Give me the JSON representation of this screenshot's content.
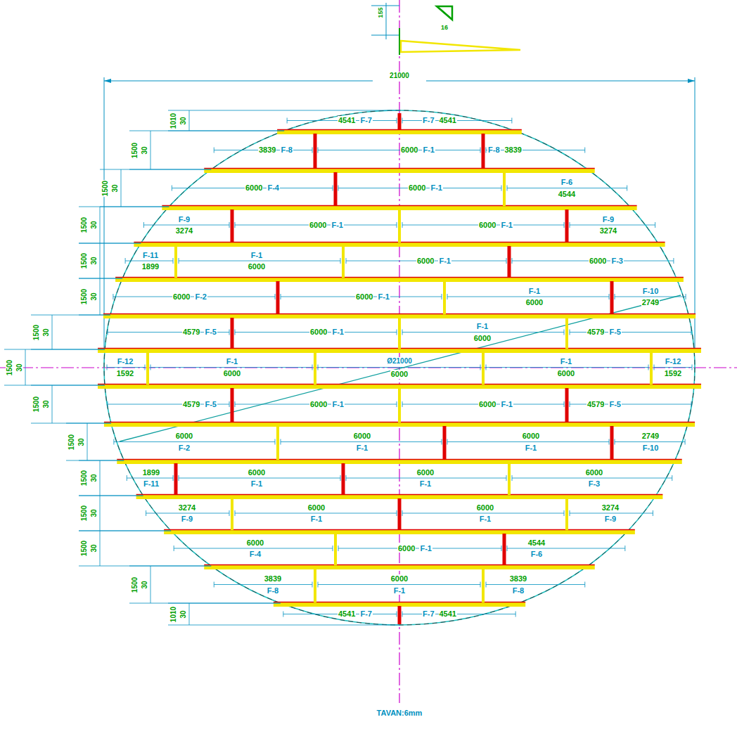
{
  "diagram": {
    "caption": "TAVAN:6mm",
    "nodes": [
      {
        "text": [
          "4541",
          "F-7"
        ]
      },
      {
        "text": [
          "F-7",
          "4541"
        ]
      },
      {
        "text": [
          "3839",
          "F-8"
        ]
      },
      {
        "text": [
          "6000",
          "F-1"
        ]
      },
      {
        "text": [
          "F-8",
          "3839"
        ]
      },
      {
        "text": [
          "6000",
          "F-4"
        ]
      },
      {
        "text": [
          "6000",
          "F-1"
        ]
      },
      {
        "text": [
          "F-6",
          "4544"
        ]
      },
      {
        "text": [
          "F-9",
          "3274"
        ]
      },
      {
        "text": [
          "6000",
          "F-1"
        ]
      },
      {
        "text": [
          "6000",
          "F-1"
        ]
      },
      {
        "text": [
          "F-9",
          "3274"
        ]
      },
      {
        "text": [
          "F-11",
          "1899"
        ]
      },
      {
        "text": [
          "F-1",
          "6000"
        ]
      },
      {
        "text": [
          "6000",
          "F-1"
        ]
      },
      {
        "text": [
          "6000",
          "F-3"
        ]
      },
      {
        "text": [
          "6000",
          "F-2"
        ]
      },
      {
        "text": [
          "6000",
          "F-1"
        ]
      },
      {
        "text": [
          "F-1",
          "6000"
        ]
      },
      {
        "text": [
          "F-10",
          "2749"
        ]
      },
      {
        "text": [
          "4579",
          "F-5"
        ]
      },
      {
        "text": [
          "6000",
          "F-1"
        ]
      },
      {
        "text": [
          "F-1",
          "6000"
        ]
      },
      {
        "text": [
          "4579",
          "F-5"
        ]
      },
      {
        "text": [
          "F-12",
          "1592"
        ]
      },
      {
        "text": [
          "F-1",
          "6000"
        ]
      },
      {
        "text": [
          "6000"
        ]
      },
      {
        "text": [
          "F-1",
          "6000"
        ]
      },
      {
        "text": [
          "F-12",
          "1592"
        ]
      },
      {
        "text": [
          "4579",
          "F-5"
        ]
      },
      {
        "text": [
          "6000",
          "F-1"
        ]
      },
      {
        "text": [
          "6000",
          "F-1"
        ]
      },
      {
        "text": [
          "4579",
          "F-5"
        ]
      },
      {
        "text": [
          "6000",
          "F-2"
        ]
      },
      {
        "text": [
          "6000",
          "F-1"
        ]
      },
      {
        "text": [
          "6000",
          "F-1"
        ]
      },
      {
        "text": [
          "2749",
          "F-10"
        ]
      },
      {
        "text": [
          "1899",
          "F-11"
        ]
      },
      {
        "text": [
          "6000",
          "F-1"
        ]
      },
      {
        "text": [
          "6000",
          "F-1"
        ]
      },
      {
        "text": [
          "6000",
          "F-3"
        ]
      },
      {
        "text": [
          "3274",
          "F-9"
        ]
      },
      {
        "text": [
          "6000",
          "F-1"
        ]
      },
      {
        "text": [
          "6000",
          "F-1"
        ]
      },
      {
        "text": [
          "3274",
          "F-9"
        ]
      },
      {
        "text": [
          "6000",
          "F-4"
        ]
      },
      {
        "text": [
          "6000",
          "F-1"
        ]
      },
      {
        "text": [
          "4544",
          "F-6"
        ]
      },
      {
        "text": [
          "3839",
          "F-8"
        ]
      },
      {
        "text": [
          "6000",
          "F-1"
        ]
      },
      {
        "text": [
          "3839",
          "F-8"
        ]
      },
      {
        "text": [
          "4541",
          "F-7"
        ]
      },
      {
        "text": [
          "F-7",
          "4541"
        ]
      }
    ],
    "labels": [
      "155",
      "16",
      "21000",
      "1010",
      "30",
      "1500",
      "30",
      "1500",
      "30",
      "1500",
      "30",
      "1500",
      "30",
      "1500",
      "30",
      "1500",
      "30",
      "1500",
      "30",
      "1500",
      "30",
      "1500",
      "30",
      "1500",
      "30",
      "1500",
      "30",
      "1500",
      "30",
      "1500",
      "30",
      "1010",
      "30",
      "Ø21000"
    ]
  }
}
